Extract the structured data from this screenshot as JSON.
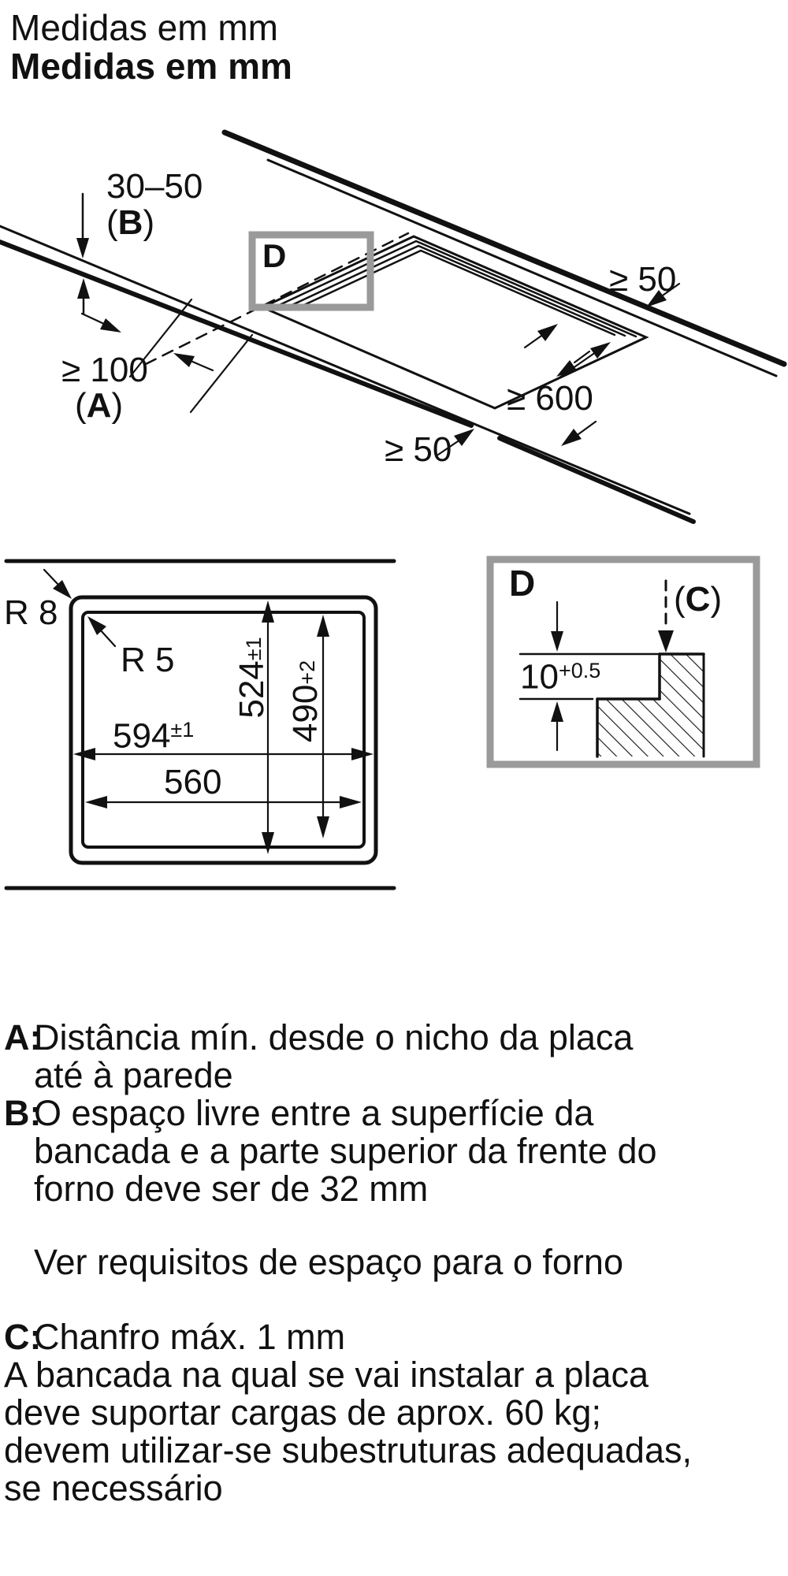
{
  "colors": {
    "ink": "#111111",
    "detail_box_gray": "#9a9a9a",
    "background": "#ffffff"
  },
  "glyphs": {
    "paren_open": "(",
    "paren_close": ")"
  },
  "header": {
    "title": "Medidas em mm",
    "title_bold": "Medidas em mm"
  },
  "perspective": {
    "thickness_value": "30–50",
    "thickness_ref": "B",
    "wall_distance_value": "≥ 100",
    "wall_distance_ref": "A",
    "back_clearance_value": "≥ 50",
    "side_clearance_value": "≥ 600",
    "front_clearance_value": "≥ 50",
    "detail_marker": "D"
  },
  "plan": {
    "outer_corner_radius": "R 8",
    "inner_corner_radius": "R 5",
    "outer_width": "594",
    "outer_width_tol": "±1",
    "outer_depth": "524",
    "outer_depth_tol": "±1",
    "inner_depth": "490",
    "inner_depth_tol": "+2",
    "inner_width": "560"
  },
  "detail": {
    "marker": "D",
    "chamfer_ref": "C",
    "recess_depth": "10",
    "recess_depth_tol": "+0.5"
  },
  "notes": {
    "a_key": "A:",
    "a_line1": "Distância mín. desde o nicho da placa",
    "a_line2": "até à parede",
    "b_key": "B:",
    "b_line1": "O espaço livre entre a superfície da",
    "b_line2": "bancada e a parte superior da frente do",
    "b_line3": "forno deve ser de 32 mm",
    "oven_note": "Ver requisitos de espaço para o forno",
    "c_key": "C:",
    "c_line1": "Chanfro máx. 1 mm",
    "load_line1": "A bancada na qual se vai instalar a placa",
    "load_line2": "deve suportar cargas de aprox. 60 kg;",
    "load_line3": "devem utilizar-se subestruturas adequadas,",
    "load_line4": "se necessário"
  }
}
